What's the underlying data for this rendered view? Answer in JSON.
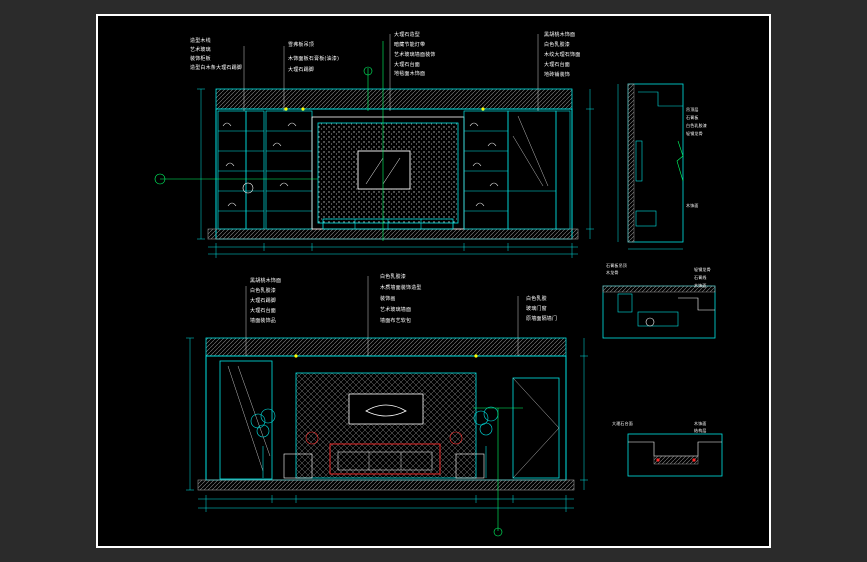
{
  "colors": {
    "background": "#000000",
    "outer": "#2b2b2b",
    "frame": "#ffffff",
    "structure": "#00e5e5",
    "leader": "#00ff66",
    "note_text": "#ffffff",
    "accent_yellow": "#ffff00",
    "accent_red": "#ff2a2a",
    "wall_hatch": "#9a9a9a"
  },
  "drawing": {
    "top_elevation": {
      "labels_left": [
        "造型木线",
        "艺术玻璃",
        "装饰柜板",
        "造型白木条大理石踢脚"
      ],
      "labels_mid_left": [
        "雪弗板吊顶",
        "木饰面板石膏板(油漆)",
        "大理石踢脚"
      ],
      "labels_center": [
        "大理石造型",
        "暗藏节能灯带",
        "艺术玻璃墙面装饰",
        "大理石台面",
        "地毯面木饰面"
      ],
      "labels_right": [
        "黑胡桃木饰面",
        "白色乳胶漆",
        "木纹大理石饰面",
        "大理石台面",
        "地砖铺装饰"
      ]
    },
    "bottom_elevation": {
      "labels_left": [
        "黑胡桃木饰面",
        "白色乳胶漆",
        "大理石踢脚",
        "大理石台面",
        "墙面装饰品"
      ],
      "labels_center": [
        "白色乳胶漆",
        "木质墙面装饰造型",
        "装饰画",
        "艺术玻璃墙面",
        "墙面布艺软包"
      ],
      "labels_right": [
        "白色乳胶",
        "玻璃门窗",
        "原墙面隔墙门"
      ]
    },
    "section_views": {
      "side_section_labels": [
        "吊顶层",
        "石膏板",
        "白色乳胶漆",
        "轻钢龙骨",
        "木饰面"
      ],
      "detail_labels": [
        "石膏板吊顶",
        "木龙骨",
        "轻钢龙骨",
        "石膏线",
        "木饰面"
      ],
      "small_detail_labels": [
        "大理石台面",
        "木饰面",
        "结构层"
      ]
    }
  }
}
